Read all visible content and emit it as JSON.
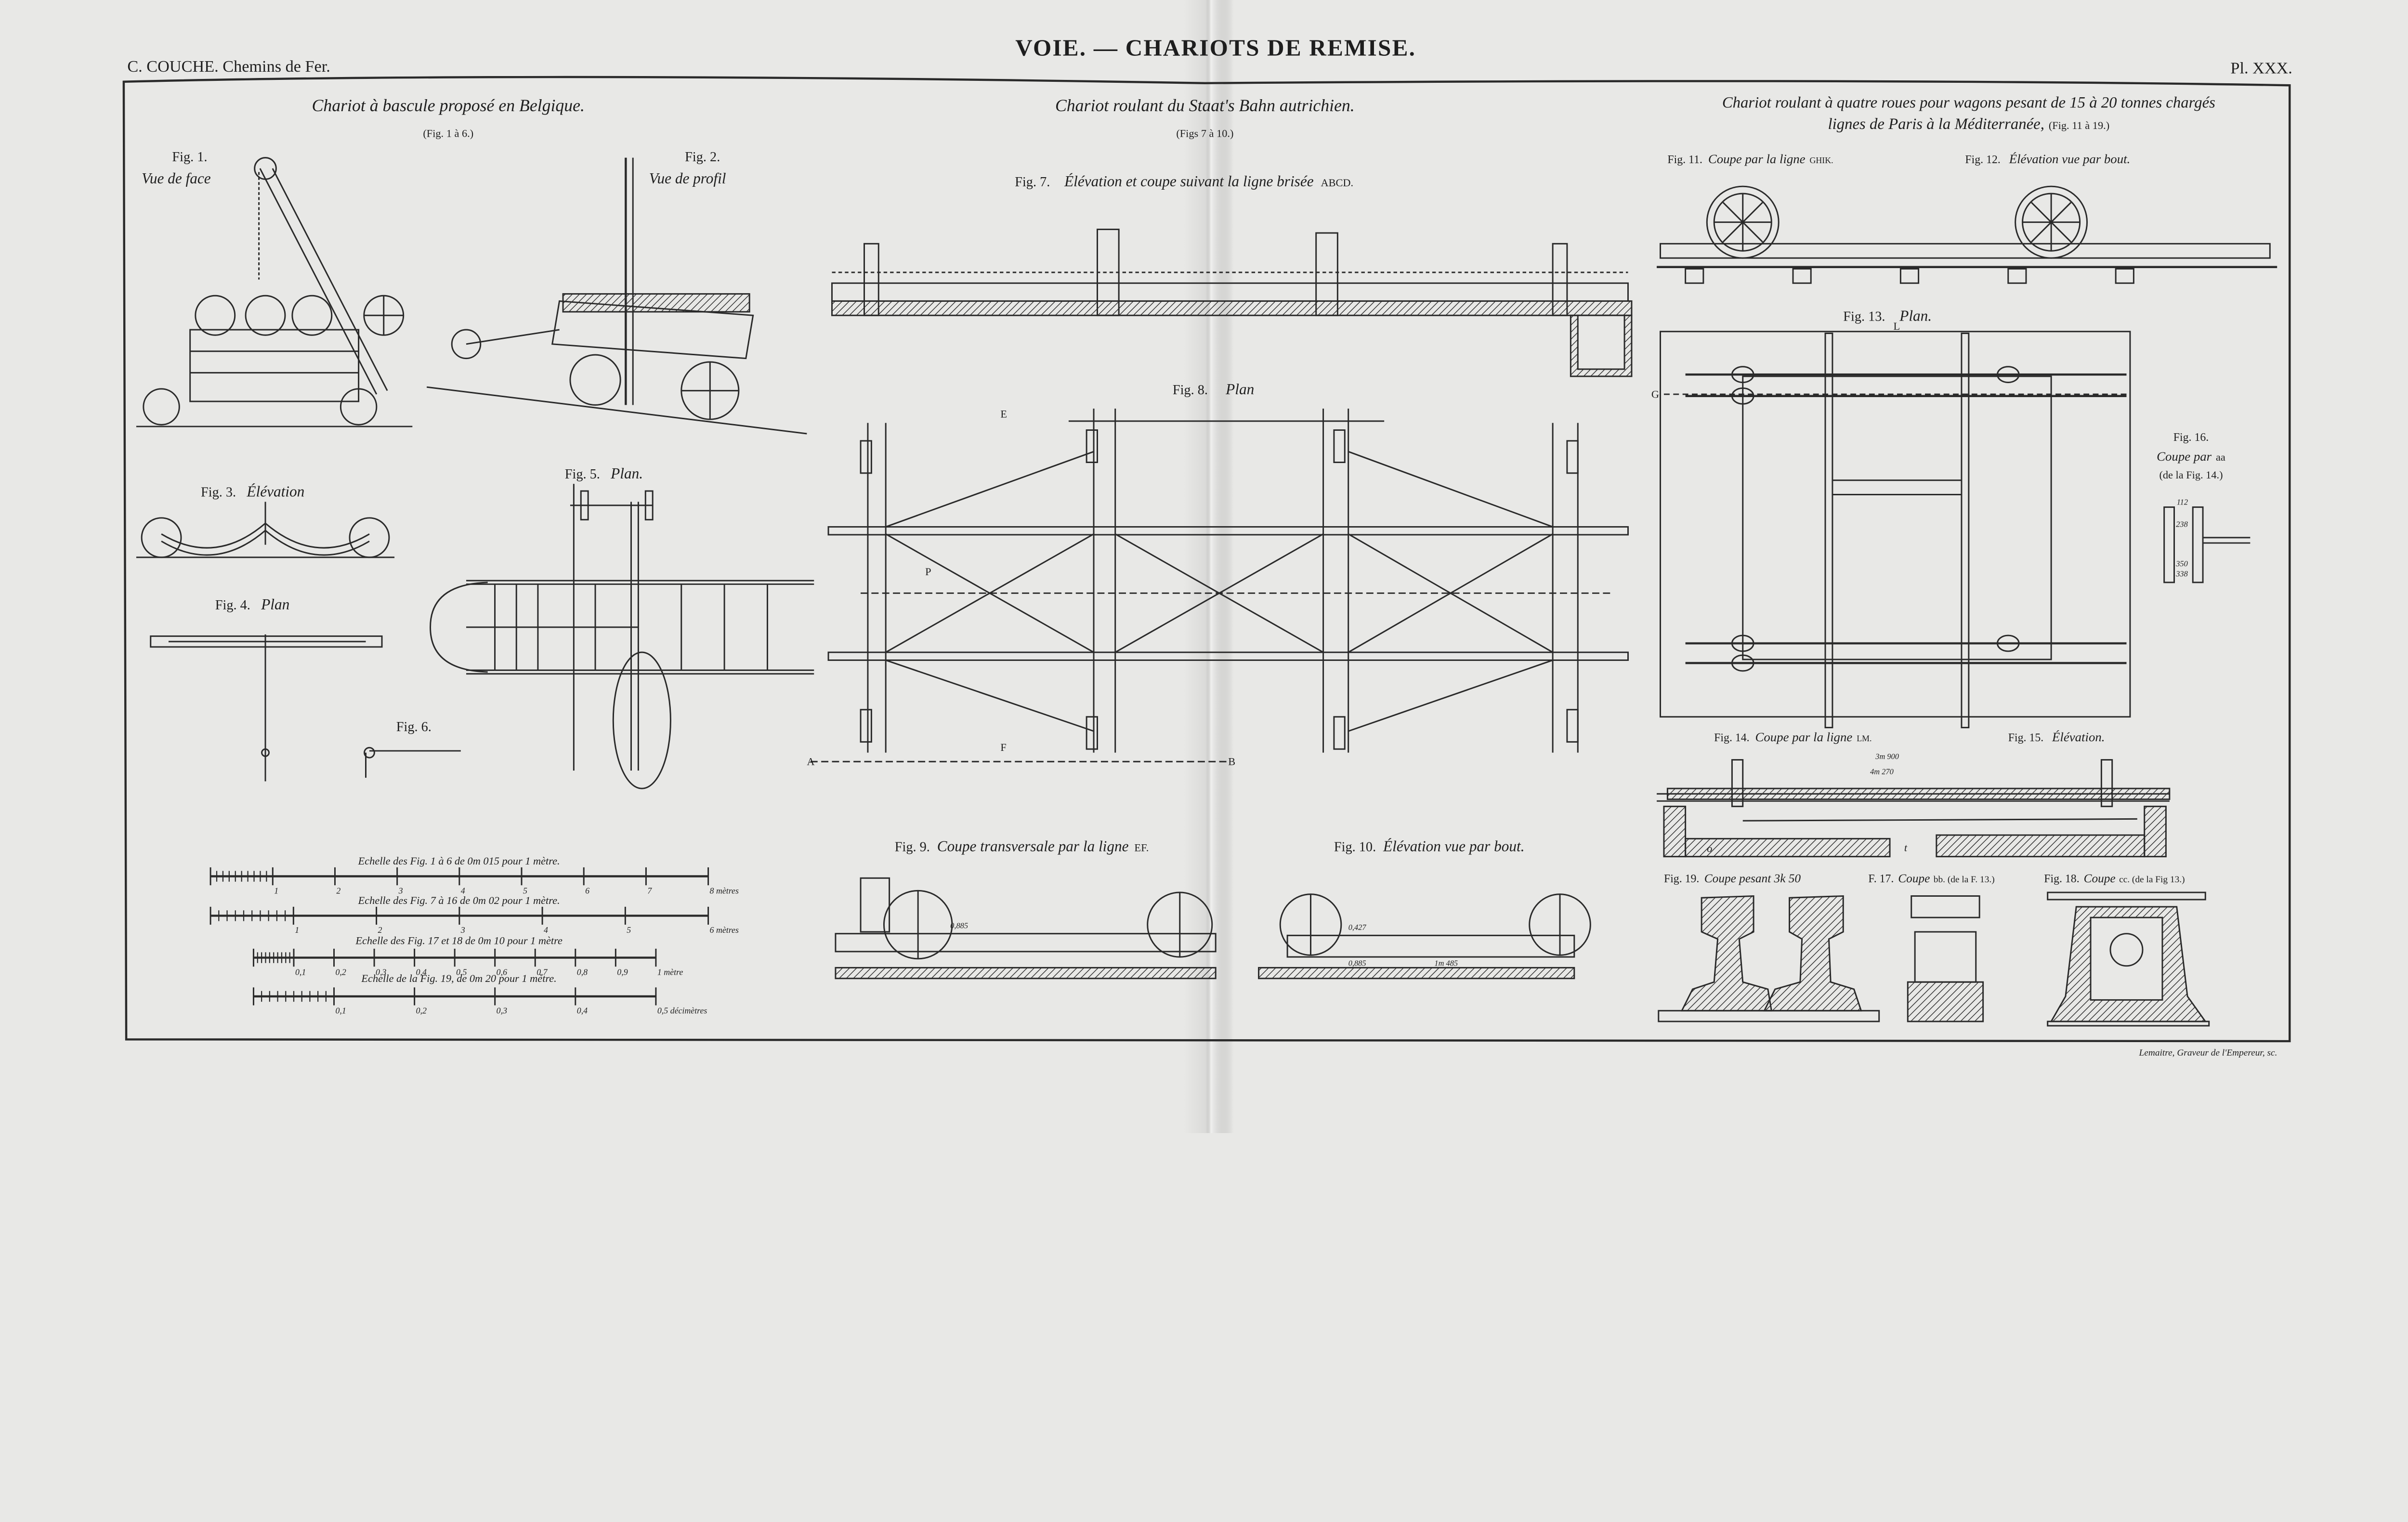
{
  "header": {
    "author": "C. COUCHE. Chemins de Fer.",
    "title": "VOIE. — CHARIOTS DE REMISE.",
    "plate": "Pl. XXX."
  },
  "sections": [
    {
      "title": "Chariot à bascule proposé en Belgique.",
      "figs": "(Fig. 1 à 6.)"
    },
    {
      "title": "Chariot roulant du Staat's Bahn autrichien.",
      "figs": "(Figs 7 à 10.)"
    },
    {
      "title": "Chariot roulant à quatre roues pour wagons pesant de 15 à 20 tonnes chargés",
      "title_line2": "lignes de Paris à la Méditerranée,",
      "figs": "(Fig. 11 à 19.)"
    }
  ],
  "figures": {
    "fig1": {
      "label": "Fig. 1.",
      "caption": "Vue de face"
    },
    "fig2": {
      "label": "Fig. 2.",
      "caption": "Vue de profil"
    },
    "fig3": {
      "label": "Fig. 3.",
      "caption": "Élévation"
    },
    "fig4": {
      "label": "Fig. 4.",
      "caption": "Plan"
    },
    "fig5": {
      "label": "Fig. 5.",
      "caption": "Plan."
    },
    "fig6": {
      "label": "Fig. 6."
    },
    "fig7": {
      "label": "Fig. 7.",
      "caption": "Élévation et coupe suivant la ligne brisée",
      "ref": "ABCD."
    },
    "fig8": {
      "label": "Fig. 8.",
      "caption": "Plan"
    },
    "fig9": {
      "label": "Fig. 9.",
      "caption": "Coupe transversale par la ligne",
      "ref": "EF."
    },
    "fig10": {
      "label": "Fig. 10.",
      "caption": "Élévation vue par bout."
    },
    "fig11": {
      "label": "Fig. 11.",
      "caption": "Coupe par la ligne",
      "ref": "GHIK."
    },
    "fig12": {
      "label": "Fig. 12.",
      "caption": "Élévation vue par bout."
    },
    "fig13": {
      "label": "Fig. 13.",
      "caption": "Plan."
    },
    "fig14": {
      "label": "Fig. 14.",
      "caption": "Coupe par la ligne",
      "ref": "LM."
    },
    "fig15": {
      "label": "Fig. 15.",
      "caption": "Élévation."
    },
    "fig16": {
      "label": "Fig. 16.",
      "caption": "Coupe par",
      "ref": "aa",
      "sub": "(de la Fig. 14.)"
    },
    "fig17": {
      "label": "F. 17.",
      "caption": "Coupe",
      "ref": "bb. (de la F. 13.)"
    },
    "fig18": {
      "label": "Fig. 18.",
      "caption": "Coupe",
      "ref": "cc. (de la Fig 13.)"
    },
    "fig19": {
      "label": "Fig. 19.",
      "caption": "Coupe pesant 3k 50"
    }
  },
  "dimensions": {
    "fig14_a": "3m 900",
    "fig14_b": "4m 270",
    "fig16_a": "238",
    "fig16_b": "350",
    "fig16_c": "338",
    "fig16_d": "112",
    "fig9_a": "0,885",
    "fig10_a": "0,427",
    "fig10_b": "0,885",
    "fig10_c": "1m 485"
  },
  "letters": {
    "A": "A",
    "B": "B",
    "E": "E",
    "F": "F",
    "G": "G",
    "L": "L",
    "P": "P",
    "t": "t",
    "o": "o"
  },
  "scales": [
    {
      "caption": "Echelle des Fig. 1 à 6 de 0m 015 pour 1 mètre.",
      "ticks": [
        "1",
        "2",
        "3",
        "4",
        "5",
        "6",
        "7",
        "8 mètres"
      ]
    },
    {
      "caption": "Echelle des Fig. 7 à 16 de 0m 02 pour 1 mètre.",
      "ticks": [
        "1",
        "2",
        "3",
        "4",
        "5",
        "6 mètres"
      ]
    },
    {
      "caption": "Echelle des Fig. 17 et 18 de 0m 10 pour 1 mètre",
      "ticks": [
        "0,1",
        "0,2",
        "0,3",
        "0,4",
        "0,5",
        "0,6",
        "0,7",
        "0,8",
        "0,9",
        "1 mètre"
      ]
    },
    {
      "caption": "Echelle de la Fig. 19, de 0m 20 pour 1 mètre.",
      "ticks": [
        "0,1",
        "0,2",
        "0,3",
        "0,4",
        "0,5 décimètres"
      ]
    }
  ],
  "credit": "Lemaitre, Graveur de l'Empereur, sc.",
  "colors": {
    "paper": "#e8e8e6",
    "ink": "#1e1e1e"
  }
}
